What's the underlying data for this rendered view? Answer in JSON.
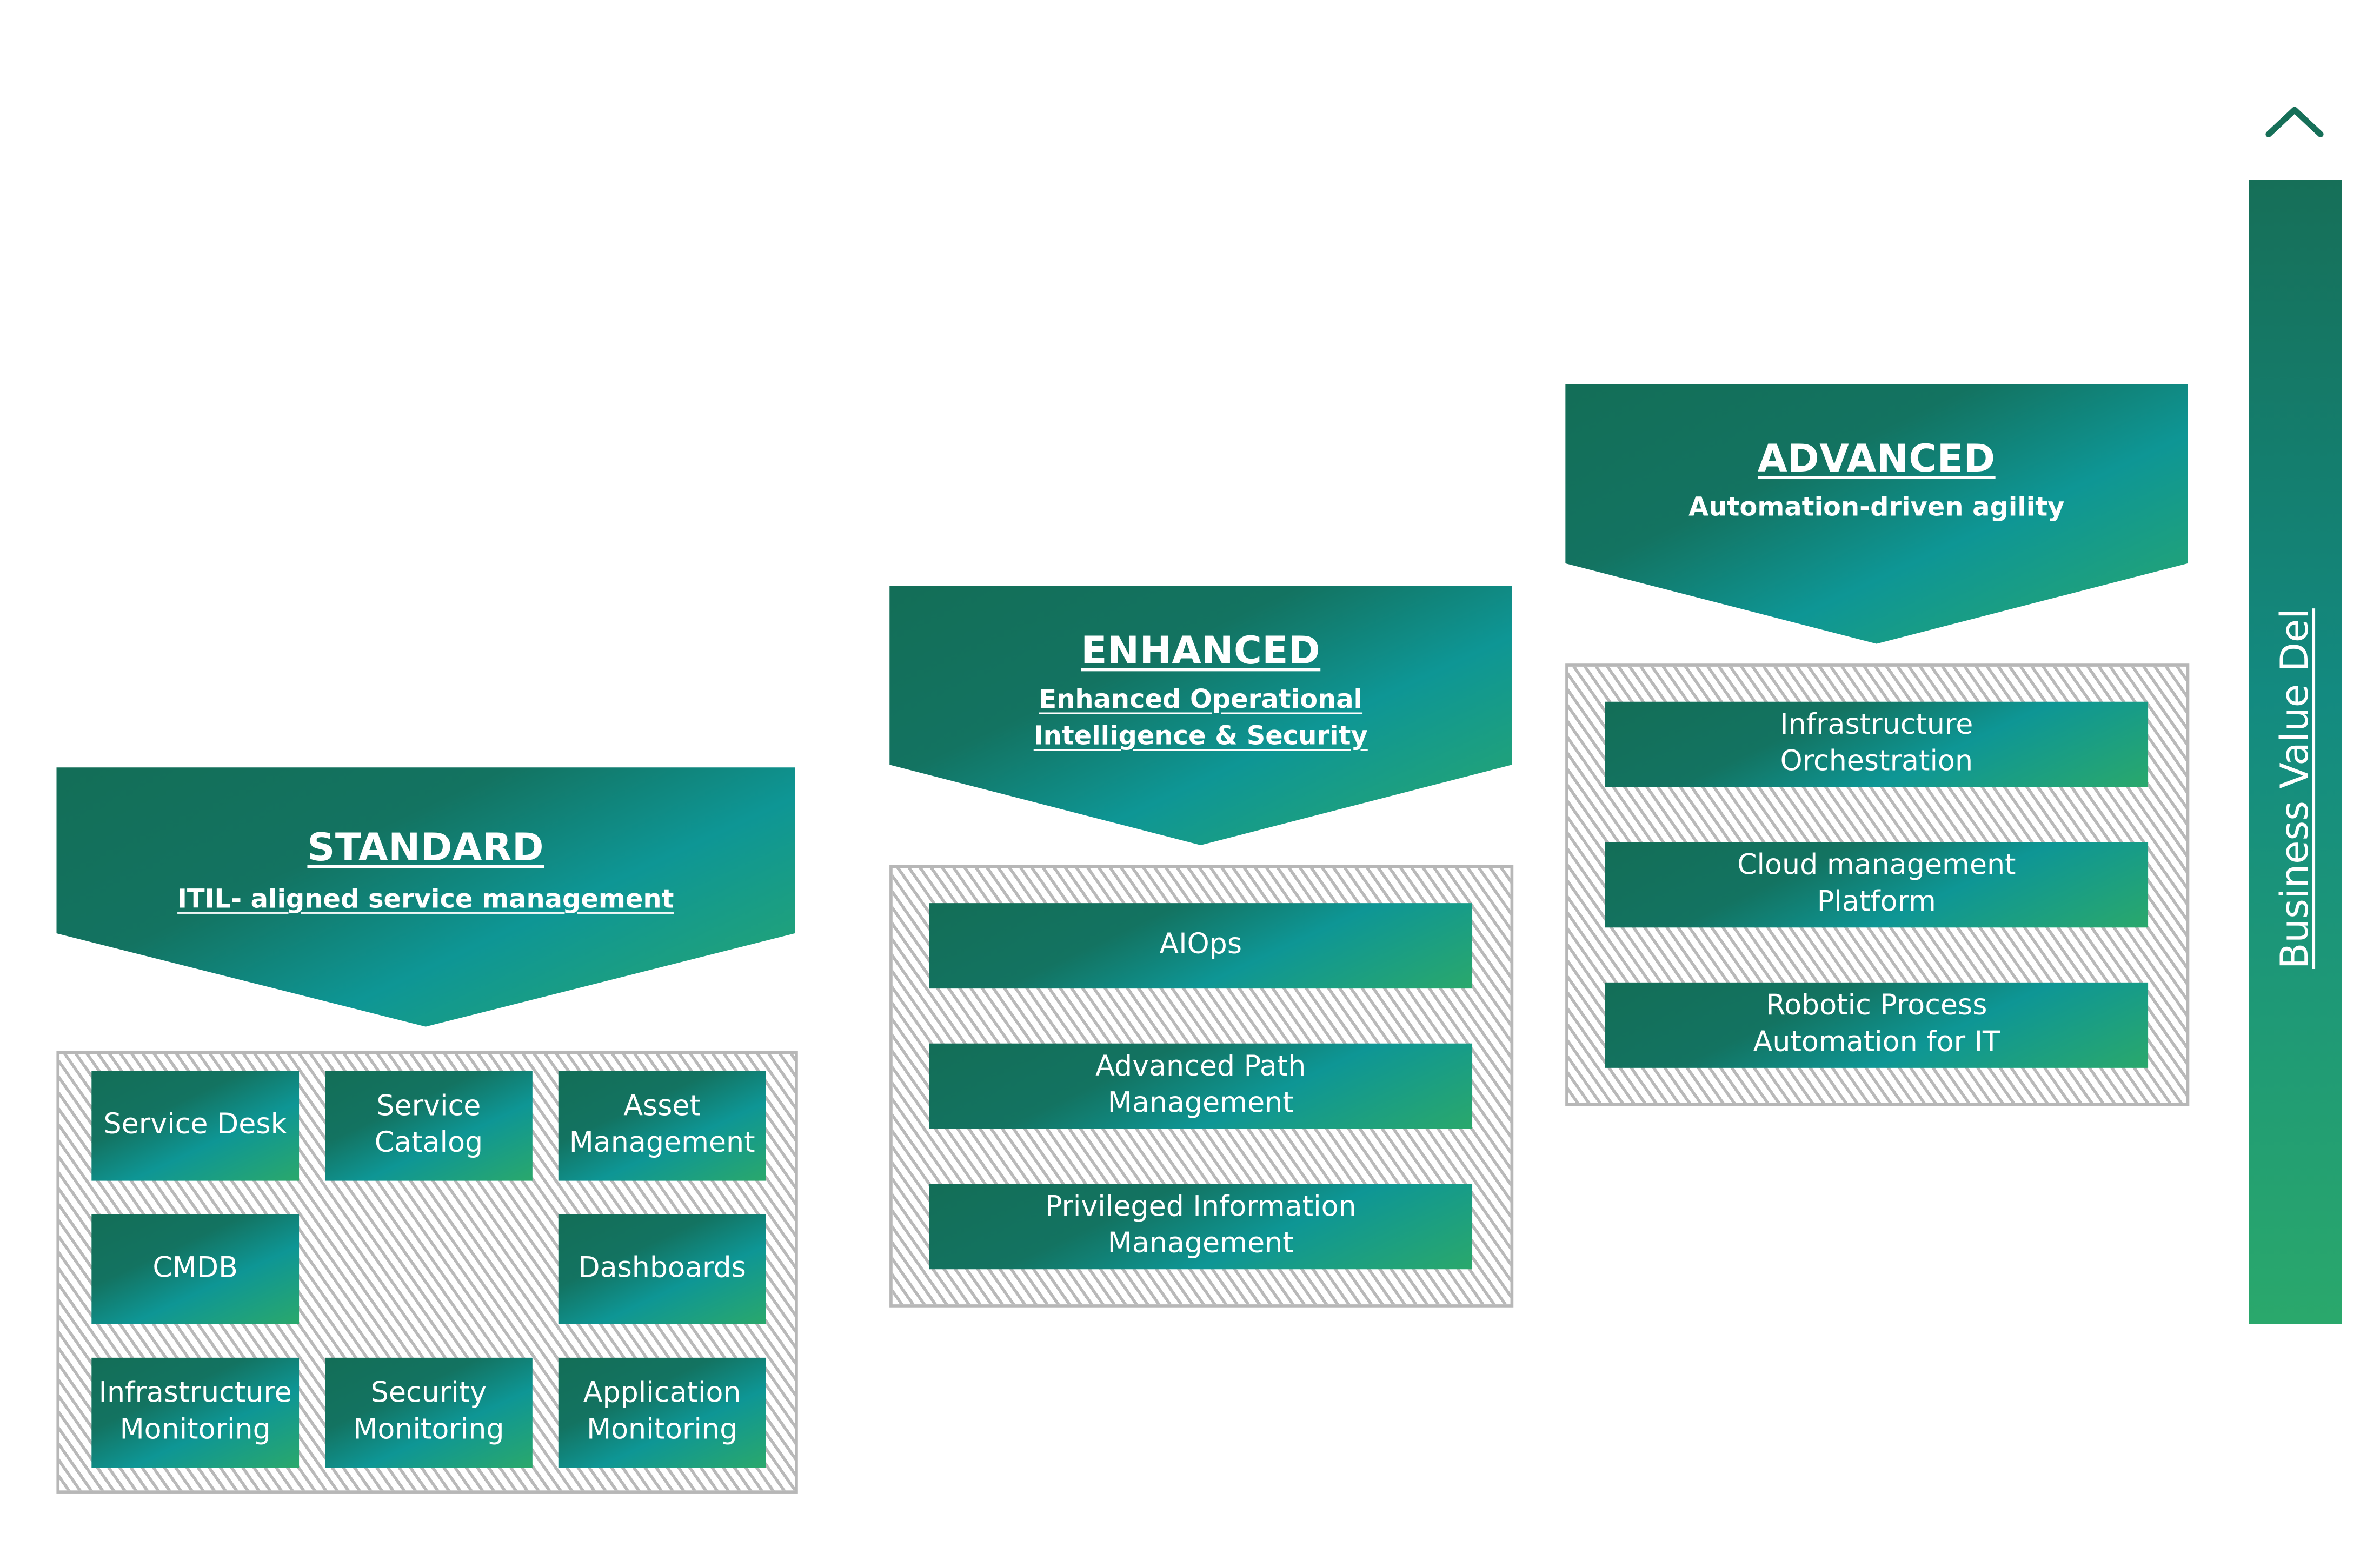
{
  "tiers": {
    "standard": {
      "title": "STANDARD",
      "subtitle": "ITIL- aligned service management ",
      "items": [
        "Service Desk",
        "Service\nCatalog",
        "Asset\nManagement",
        "CMDB",
        "Dashboards",
        "Infrastructure\nMonitoring",
        "Security\nMonitoring",
        "Application\nMonitoring"
      ]
    },
    "enhanced": {
      "title": "ENHANCED",
      "subtitle": "Enhanced Operational\nIntelligence & Security",
      "items": [
        "AIOps",
        "Advanced Path\nManagement",
        "Privileged Information\nManagement"
      ]
    },
    "advanced": {
      "title": "ADVANCED",
      "subtitle": "Automation-driven agility",
      "items": [
        "Infrastructure\nOrchestration",
        "Cloud management\nPlatform",
        "Robotic Process\nAutomation for IT"
      ]
    }
  },
  "axis": {
    "label": "Business Value Del"
  },
  "colors": {
    "dark_green": "#136e57",
    "teal": "#0e9695",
    "light_green": "#2aa86c",
    "hatch_gray": "#b9b9b9"
  }
}
